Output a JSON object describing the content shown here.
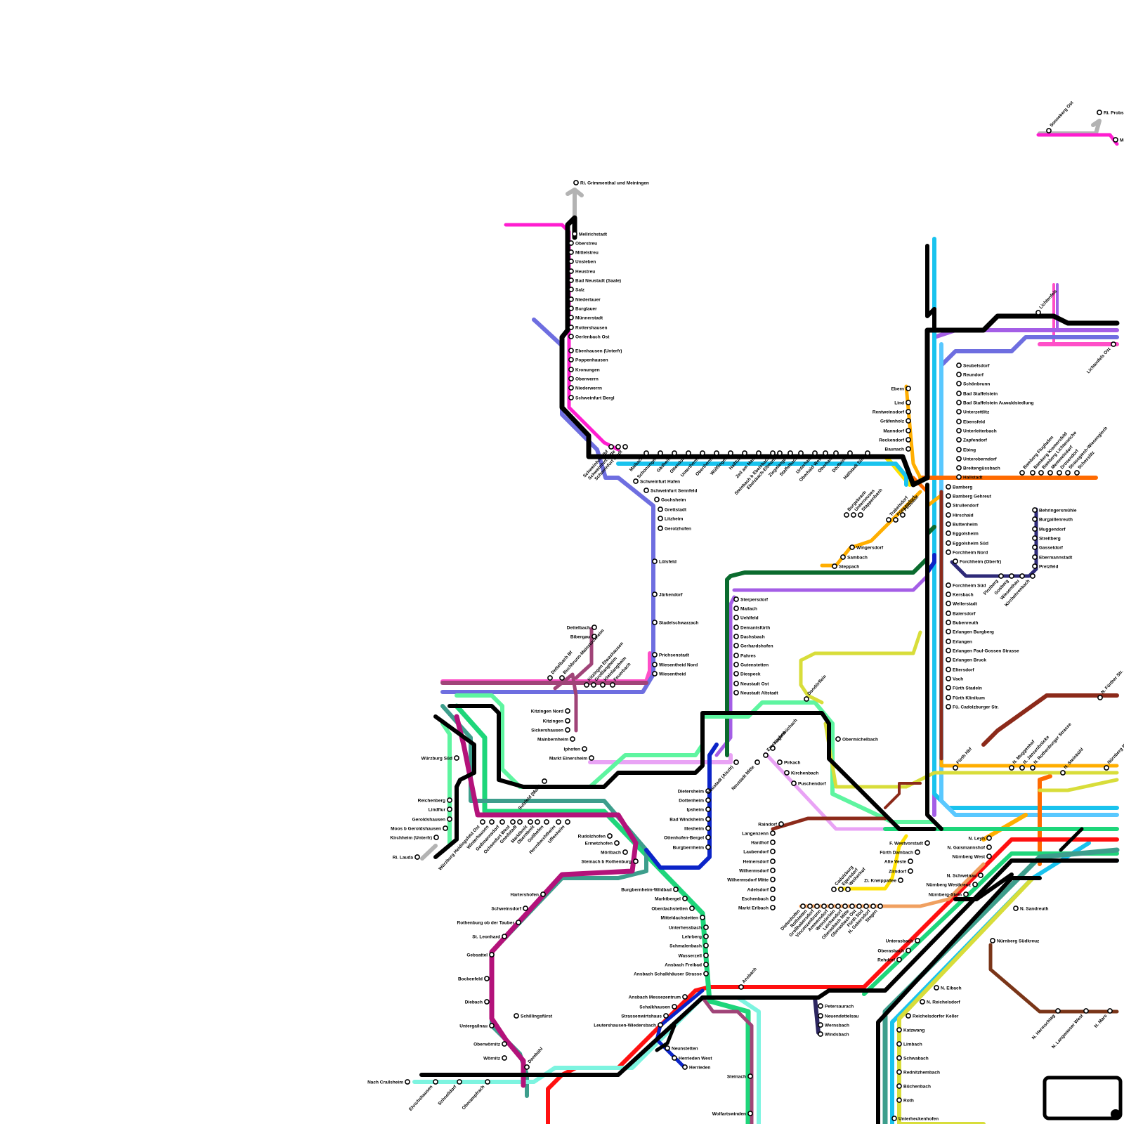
{
  "legend_box": {
    "label": ""
  },
  "lines": [
    {
      "id": "black",
      "color": "#000000"
    },
    {
      "id": "grey",
      "color": "#b3b3b3"
    },
    {
      "id": "magenta",
      "color": "#ff1dd0"
    },
    {
      "id": "pink",
      "color": "#ff4fc8"
    },
    {
      "id": "violet",
      "color": "#6e6ee0"
    },
    {
      "id": "purple",
      "color": "#a45ee6"
    },
    {
      "id": "lilac",
      "color": "#e9a3f5"
    },
    {
      "id": "yellow",
      "color": "#ffe100"
    },
    {
      "id": "cyan",
      "color": "#19c3ee"
    },
    {
      "id": "skyblue",
      "color": "#59c8ff"
    },
    {
      "id": "orange",
      "color": "#ff6a00"
    },
    {
      "id": "amber",
      "color": "#ffae00"
    },
    {
      "id": "red",
      "color": "#ff1010"
    },
    {
      "id": "darkgreen",
      "color": "#0a6b2e"
    },
    {
      "id": "green",
      "color": "#1ed67a"
    },
    {
      "id": "mint",
      "color": "#5ef5a0"
    },
    {
      "id": "teal",
      "color": "#3d9e8c"
    },
    {
      "id": "aqua",
      "color": "#7df4e0"
    },
    {
      "id": "olive",
      "color": "#d8dd3a"
    },
    {
      "id": "brown",
      "color": "#8c2a1a"
    },
    {
      "id": "rust",
      "color": "#7a3518"
    },
    {
      "id": "plum",
      "color": "#b3127a"
    },
    {
      "id": "mauve",
      "color": "#a04478"
    },
    {
      "id": "navy",
      "color": "#0b24c8"
    },
    {
      "id": "midnight",
      "color": "#2c2660"
    },
    {
      "id": "slate",
      "color": "#2e2a78"
    },
    {
      "id": "salmon",
      "color": "#f0a060"
    }
  ],
  "labels": {
    "ri_grimmenthal": "Ri. Grimmenthal und Meiningen",
    "mellrichstadt": "Mellrichstadt",
    "oberstreu": "Oberstreu",
    "mittelstreu": "Mittelstreu",
    "unsleben": "Unsleben",
    "heustreu": "Heustreu",
    "bad_neustadt": "Bad Neustadt (Saale)",
    "salz": "Salz",
    "niederlauer": "Niederlauer",
    "burglauer": "Burglauer",
    "muennerstadt": "Münnerstadt",
    "rottershausen": "Rottershausen",
    "oerlenbach_ost": "Oerlenbach Ost",
    "ebenhausen": "Ebenhausen (Unterfr)",
    "poppenhausen": "Poppenhausen",
    "kronungen": "Kronungen",
    "oberwerrn": "Oberwerrn",
    "niederwerrn": "Niederwerrn",
    "schweinfurt_bergl": "Schweinfurt Bergl",
    "schweinfurt_stadt": "Schweinfurt Stadt",
    "schweinfurt_mitte": "Schweinfurt Mitte",
    "schweinfurt_hbf": "Schweinfurt Hbf",
    "maibach": "Maibach",
    "schonungen": "Schonungen",
    "gaedheim": "Gädheim",
    "ottendorf": "Ottendorf",
    "untertheres": "Untertheres",
    "obertheres": "Obertheres",
    "wuelflingen": "Wülflingen",
    "hassfurt": "Haßfurt",
    "zeil": "Zeil am Main",
    "steinbach": "Steinbach b Ebelsbach",
    "ebelsbach": "Ebelsbach-Eltmann",
    "ziegelanger": "Ziegelanger",
    "staffelbach": "Staffelbach",
    "unterhaid": "Unterhaid",
    "oberhaid_west": "Oberhaid West",
    "oberhaid": "Oberhaid",
    "doerfleins": "Dörfleins",
    "hallstadt_sued": "Hallstadt Süd",
    "schweinfurt_hafen": "Schweinfurt Hafen",
    "schweinfurt_sennfeld": "Schweinfurt Sennfeld",
    "gochsheim": "Gochsheim",
    "grettstadt": "Grettstadt",
    "litzheim": "Litzheim",
    "gerolzhofen": "Gerolzhofen",
    "luelsfeld": "Lülsfeld",
    "jaerkendorf": "Järkendorf",
    "stadelschwarzach": "Stadelschwarzach",
    "prichsenstadt": "Prichsenstadt",
    "wiesentheid_nord": "Wiesentheid Nord",
    "wiesentheid": "Wiesentheid",
    "dettelbach": "Dettelbach",
    "bibergau": "Bibergau",
    "dettelbach_bf": "Dettelbach Bf",
    "buchbrunn": "Buchbrunn-Mainstockheim",
    "kitzingen_etwashausen": "Kitzingen Etwashausen",
    "grosslangheim": "Großlangheim",
    "kleinlangheim": "Kleinlangheim",
    "feuerbach": "Feuerbach",
    "kitzingen_nord": "Kitzingen Nord",
    "kitzingen": "Kitzingen",
    "sickershausen": "Sickershausen",
    "mainbernheim": "Mainbernheim",
    "iphofen": "Iphofen",
    "markt_einersheim": "Markt Einersheim",
    "wuerzburg_sued": "Würzburg Süd",
    "suelzfeld": "Sulzfeld (Main)",
    "reichenberg": "Reichenberg",
    "lindflur": "Lindflur",
    "geroldshausen": "Geroldshausen",
    "moos": "Moos b Geroldshausen",
    "kirchheim": "Kirchheim (Unterfr)",
    "ri_lauda": "Ri. Lauda",
    "wuerzburg_heidingsfeld": "Würzburg Heidingsfeld Ost",
    "winterhausen": "Winterhausen",
    "gossmannsdorf": "Goßmannsdorf",
    "ochsenfurt_west": "Ochsenfurt West",
    "gnodstadt": "Gnodstadt",
    "marktbreit": "Marktbreit",
    "obernbreit": "Obernbreit",
    "gollhofen": "Gollhofen",
    "herrnberchtheim": "Herrnberchtheim",
    "uffenheim": "Uffenheim",
    "rudolzhofen": "Rudolzhofen",
    "ermetzhofen": "Ermetzhofen",
    "moerlbach": "Mörlbach",
    "steinach": "Steinach b Rothenburg",
    "hartershofen": "Hartershofen",
    "schweinsdorf": "Schweinsdorf",
    "rothenburg": "Rothenburg ob der Tauber",
    "st_leonhard": "St. Leonhard",
    "gebsattel": "Gebsattel",
    "bockenfeld": "Bockenfeld",
    "diebach": "Diebach",
    "untergailnau": "Untergailnau",
    "schillingsfuerst": "Schillingsfürst",
    "oberwoernitz": "Oberwörnitz",
    "woernitz": "Wörnitz",
    "dombuehl": "Dombühl",
    "nach_crailsheim": "Nach Crailsheim",
    "ehrichshausen": "Ehrichshausen",
    "schnelldorf": "Schnelldorf",
    "oberampfrach": "Oberampfrach",
    "burgbernheim_wildbad": "Burgbernheim-Wildbad",
    "marktbergel": "Marktbergel",
    "oberdachstetten": "Oberdachstetten",
    "mitteldachstetten": "Mitteldachstetten",
    "unterhessbach": "Unterhessbach",
    "lehrberg": "Lehrberg",
    "schmalenbach": "Schmalenbach",
    "wasserzell": "Wasserzell",
    "ansbach_freibad": "Ansbach Freibad",
    "ansbach_schalkh": "Ansbach Schalkhäuser Strasse",
    "ansbach_messe": "Ansbach Messezentrum",
    "schalkhausen": "Schalkhausen",
    "strassenwirtshaus": "Strassenwirtshaus",
    "leutershausen": "Leutershausen-Wiedersbach",
    "neunstetten": "Neunstetten",
    "herrieden_west": "Herrieden West",
    "herrieden": "Herrieden",
    "steinach_ans": "Steinach",
    "wolfartswinden": "Wolfartswinden",
    "petersaurach": "Petersaurach",
    "neuendettelsau": "Neuendettelsau",
    "wernsbach": "Wernsbach",
    "windsbach": "Windsbach",
    "ansbach": "Ansbach",
    "dietersheim": "Dietersheim",
    "dottenheim": "Dottenheim",
    "ipsheim": "Ipsheim",
    "bad_windsheim": "Bad Windsheim",
    "illesheim": "Illesheim",
    "ottenhofen": "Ottenhofen-Bergel",
    "burgbernheim": "Burgbernheim",
    "neustadt_aisch": "Neustadt (Aisch)",
    "neustadt_mitte": "Neustadt Mitte",
    "neustadt_ost": "Neustadt Ost",
    "neustadt_altstadt": "Neustadt Altstadt",
    "diespeck": "Diespeck",
    "gutenstetten": "Gutenstetten",
    "pahres": "Pahres",
    "gerhardshofen": "Gerhardshofen",
    "dachsbach": "Dachsbach",
    "demantsfuerth": "Demantsfürth",
    "uehlfeld": "Uehlfeld",
    "mailach": "Mailach",
    "sterpersdorf": "Sterpersdorf",
    "emskirchen": "Emskirchen",
    "hagenbuechach": "Hagenbüchach",
    "pirkach": "Pirkach",
    "kirchenbach": "Kirchenbach",
    "puschendorf": "Puschendorf",
    "donaufurt": "Dondörflein",
    "obermichelbach": "Obermichelbach",
    "raindorf": "Raindorf",
    "langenzenn": "Langenzenn",
    "hardhof": "Hardhof",
    "laubendorf": "Laubendorf",
    "heinersdorf": "Heinersdorf",
    "wilhermsdorf": "Wilhermsdorf",
    "wilhermsdorf_mitte": "Wilhermsdorf Mitte",
    "adelsdorf": "Adelsdorf",
    "eschenbach": "Eschenbach",
    "markt_erlbach": "Markt Erlbach",
    "ebern": "Ebern",
    "lind": "Lind",
    "rentweinsdorf": "Rentweinsdorf",
    "graefenholz": "Gräfenholz",
    "manndorf": "Manndorf",
    "reckendorf": "Reckendorf",
    "baunach": "Baunach",
    "seubelsdorf": "Seubelsdorf",
    "reundorf": "Reundorf",
    "schoenbrunn": "Schönbrunn",
    "bad_staffelstein": "Bad Staffelstein",
    "bad_staffelstein_aus": "Bad Staffelstein Auwaldsiedlung",
    "unterzettlitz": "Unterzettlitz",
    "ebensfeld": "Ebensfeld",
    "unterleiterbach": "Unterleiterbach",
    "zapfendorf": "Zapfendorf",
    "ebing": "Ebing",
    "unteroberndorf": "Unteroberndorf",
    "breitenguessbach": "Breitengüssbach",
    "hallstadt": "Hallstadt",
    "bamberg": "Bamberg",
    "bamberg_gehreut": "Bamberg Gehreut",
    "strullendorf": "Strullendorf",
    "hirschaid": "Hirschaid",
    "buttenheim": "Buttenheim",
    "eggolsheim": "Eggolsheim",
    "eggolsheim_sued": "Eggolsheim Süd",
    "forchheim_nord": "Forchheim Nord",
    "forchheim": "Forchheim (Oberfr)",
    "forchheim_sued": "Forchheim Süd",
    "kersbach": "Kersbach",
    "wellerstadt": "Wellerstadt",
    "baiersdorf": "Baiersdorf",
    "bubenreuth": "Bubenreuth",
    "erlangen_burgberg": "Erlangen Burgberg",
    "erlangen": "Erlangen",
    "erlangen_paul": "Erlangen Paul-Gossen Strasse",
    "erlangen_bruck": "Erlangen Bruck",
    "eltersdorf": "Eltersdorf",
    "vach": "Vach",
    "fuerth_stadeln": "Fürth Stadeln",
    "fuerth_klinikum": "Fürth Klinikum",
    "fue_cadolzburger": "Fü. Cadolzburger Str.",
    "fuerth_hbf": "Fürth Hbf",
    "behringersmuehle": "Behringersmühle",
    "burgaillenreuth": "Burgaillenreuth",
    "muggendorf": "Muggendorf",
    "streitberg": "Streitberg",
    "gasseldorf": "Gasseldorf",
    "ebermannstadt": "Ebermannstadt",
    "pretzfeld": "Pretzfeld",
    "kirchehrenbach": "Kirchehrenbach",
    "wiesenthau": "Wiesenthau",
    "gosberg": "Gosberg",
    "pinzberg": "Pinzberg",
    "wingersdorf": "Wingersdorf",
    "sambach": "Sambach",
    "steppach": "Steppach",
    "burgebrach": "Burgebrach",
    "unterneuses": "Unterneuses",
    "stappenbach": "Stappenbach",
    "trabelsdorf": "Trabelsdorf",
    "priesendorf": "Priesendorf",
    "pettstadt": "Pettstadt",
    "reundorf_b": "Reundorf",
    "lichtenfels": "Lichtenfels",
    "lichtenfels_ost": "Lichtenfels Ost",
    "sonneberg_ost": "Sonneberg Ost",
    "ri_probst": "Ri. Probs",
    "ms": "Ms",
    "bamberg_flughafen": "Bamberg Flughafen",
    "bamberg_kramersfeld": "Bamberg Kramersfeld",
    "bamberg_lichteneiche": "Bamberg Lichteneiche",
    "memmelsdorf": "Memmelsdorf",
    "drosendorf": "Drosendorf",
    "strassgiech": "Strassgiech-Wiesengiech",
    "schesslitz": "Schesslitz",
    "f_westvorstadt": "F. Westvorstadt",
    "fuerth_dambach": "Fürth Dambach",
    "alte_veste": "Alte Veste",
    "zirndorf": "Zirndorf",
    "zi_kneippallee": "Zi. Kneippallee",
    "cadolzburg": "Cadolzburg",
    "egersdorf": "Egersdorf",
    "weiherhof": "Weiherhof",
    "n_leyh": "N. Leyh",
    "n_gaismannshof": "N. Gaismannshof",
    "nuernberg_west": "Nürnberg West",
    "n_schweinau": "N. Schweinau",
    "nuernberg_westkreuz": "Nürnberg Westkreuz",
    "nuernberg_stein": "Nürnberg-Stein",
    "n_sandreuth": "N. Sandreuth",
    "nuernberg_suedkreuz": "Nürnberg Südkreuz",
    "unterasbach": "Unterasbach",
    "oberasbach": "Oberasbach",
    "rehdorf": "Rehdorf",
    "n_eibach": "N. Eibach",
    "n_reichelsdorf": "N. Reichelsdorf",
    "reichelsdorfer_keller": "Reichelsdorfer Keller",
    "katzwang": "Katzwang",
    "limbach": "Limbach",
    "schwabach": "Schwabach",
    "rednitzhembach": "Rednitzhembach",
    "buechenbach": "Büchenbach",
    "roth": "Roth",
    "unterheckenhofen": "Unterheckenhofen",
    "n_hermschlag": "N. Hermschlag",
    "n_langwasser_west": "N. Langwasser West",
    "n_maerz": "N. Mars",
    "n_fuerther": "N. Fürther Str.",
    "nuernberg_hbf": "Nürnberg Hbf",
    "n_steinbuehl": "N. Steinbühl",
    "n_rothenburger": "N. Rothenburger Strasse",
    "n_muggenhof": "N. Muggenhof",
    "n_jansenbruecke": "N. Jansenbrücke",
    "dietenhofen": "Dietenhofen",
    "rothleiten": "Rothleiten",
    "grosshabersdorf": "Großhabersdorf",
    "vincenzenbronn": "Vincenzenbronn",
    "ammerndorf": "Ammerndorf",
    "weinzierlein": "Weinzierlein",
    "leichendorf": "Leichendorf",
    "oberasbach_mitte": "Oberasbach Mitte",
    "oberasbach_ost": "Oberasbach Ost",
    "fuerth_sued": "Fürth Süd",
    "n_gebersdorf": "N. Gebersdorf",
    "stegen": "Stegen"
  }
}
